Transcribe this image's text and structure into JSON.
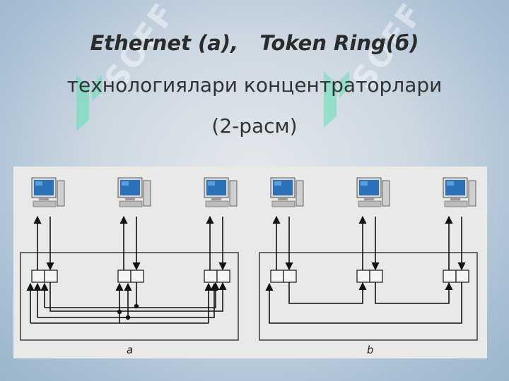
{
  "title": {
    "line1": "Ethernet (a),   Token Ring(б)",
    "line2": "технологиялари концентраторлари",
    "line3": "(2-расм)"
  },
  "figure": {
    "label_a": "a",
    "label_b": "b"
  },
  "watermark": {
    "text": "SOFF"
  },
  "colors": {
    "accent_watermark": "#5fe0b5",
    "monitor_screen": "#2a73b8"
  }
}
